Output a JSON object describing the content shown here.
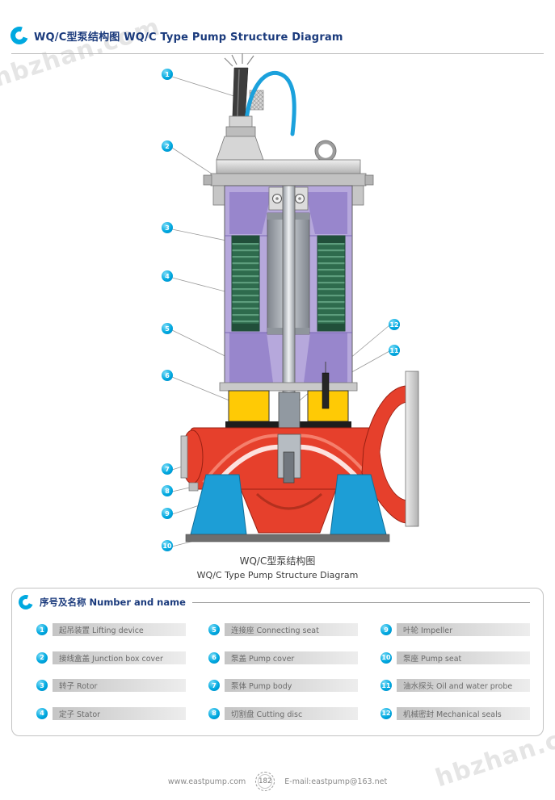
{
  "header": {
    "title": "WQ/C型泵结构图 WQ/C Type Pump Structure Diagram"
  },
  "watermark": "hbzhan.com",
  "callouts": [
    "1",
    "2",
    "3",
    "4",
    "5",
    "6",
    "7",
    "8",
    "9",
    "10",
    "11",
    "12"
  ],
  "caption": {
    "zh": "WQ/C型泵结构图",
    "en": "WQ/C Type Pump Structure Diagram"
  },
  "legend": {
    "title": "序号及名称 Number and name",
    "items": [
      {
        "num": "1",
        "label": "起吊装置 Lifting device"
      },
      {
        "num": "2",
        "label": "接线盒盖 Junction box cover"
      },
      {
        "num": "3",
        "label": "转子 Rotor"
      },
      {
        "num": "4",
        "label": "定子 Stator"
      },
      {
        "num": "5",
        "label": "连接座 Connecting seat"
      },
      {
        "num": "6",
        "label": "泵盖 Pump cover"
      },
      {
        "num": "7",
        "label": "泵体 Pump body"
      },
      {
        "num": "8",
        "label": "切割盘 Cutting disc"
      },
      {
        "num": "9",
        "label": "叶轮 Impeller"
      },
      {
        "num": "10",
        "label": "泵座 Pump seat"
      },
      {
        "num": "11",
        "label": "油水探头 Oil and water probe"
      },
      {
        "num": "12",
        "label": "机械密封 Mechanical seals"
      }
    ]
  },
  "footer": {
    "website": "www.eastpump.com",
    "page": "182",
    "email": "E-mail:eastpump@163.net"
  },
  "colors": {
    "accent_cyan": "#00a9e0",
    "title_navy": "#1a3a7c",
    "pump_red": "#e6402c",
    "motor_purple": "#b6a8dc",
    "winding_green": "#2e6b4d",
    "oil_yellow": "#ffca05",
    "seat_blue": "#1d9ed6"
  }
}
